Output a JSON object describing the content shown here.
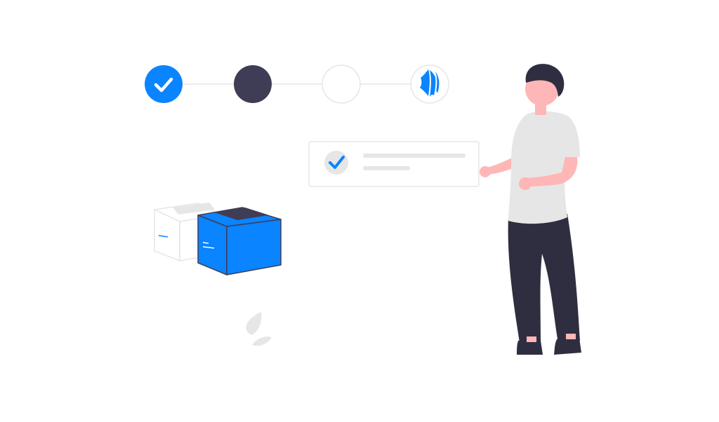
{
  "illustration": {
    "steps": [
      {
        "state": "done",
        "icon": "check-icon"
      },
      {
        "state": "active",
        "icon": ""
      },
      {
        "state": "pending",
        "icon": ""
      },
      {
        "state": "brand",
        "icon": "brand-logo-icon"
      }
    ],
    "card": {
      "icon": "check-icon",
      "checked": true
    },
    "boxes": [
      {
        "color": "white"
      },
      {
        "color": "blue"
      }
    ],
    "person": {
      "pose": "pointing-at-card"
    },
    "plant": {
      "icon": "leaf-icon"
    }
  },
  "colors": {
    "accent": "#0a84ff",
    "dark": "#3f3d56",
    "skin": "#ffb6b6",
    "shirt": "#e6e6e6",
    "pants": "#2f2e41",
    "hair": "#2f2e41",
    "line": "#e6e6e6"
  }
}
